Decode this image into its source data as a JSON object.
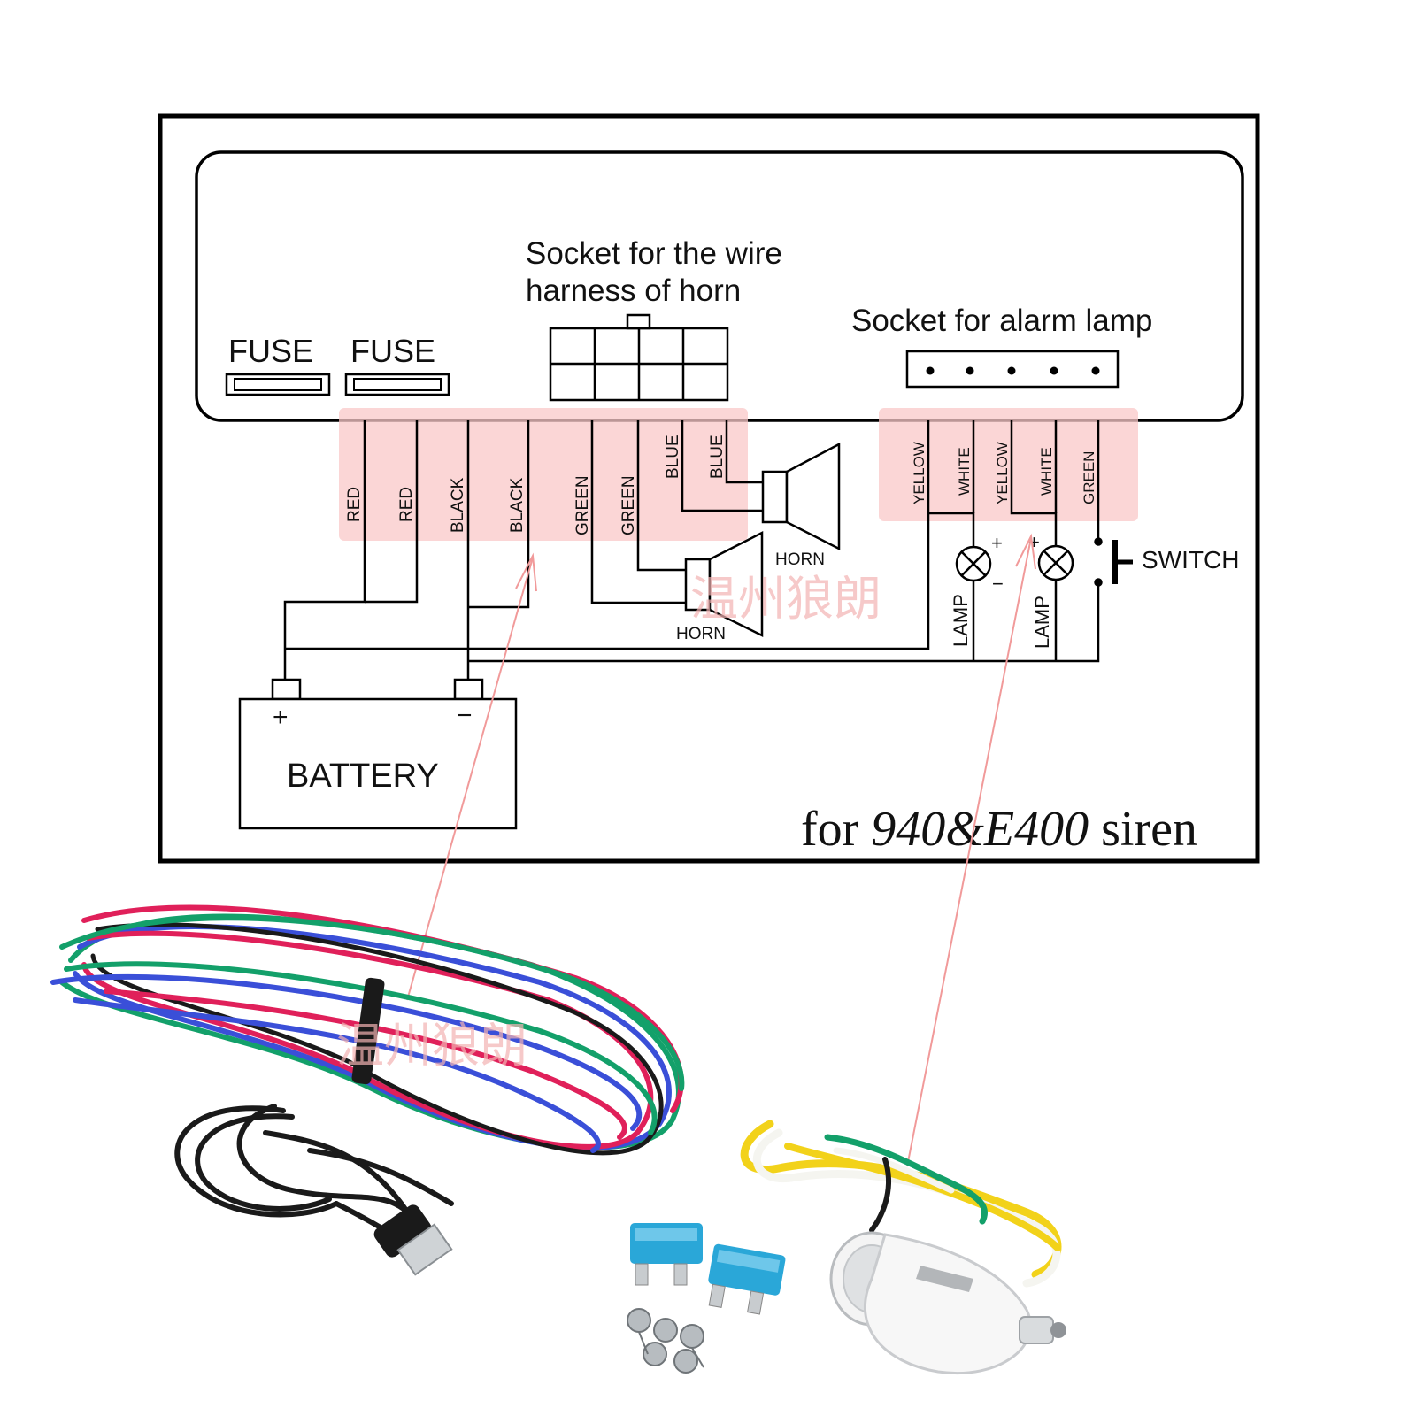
{
  "diagram": {
    "fuse_labels": [
      "FUSE",
      "FUSE"
    ],
    "horn_socket_label": [
      "Socket for the wire",
      "harness of horn"
    ],
    "lamp_socket_label": "Socket for alarm lamp",
    "horn_wires": [
      "RED",
      "RED",
      "BLACK",
      "BLACK",
      "GREEN",
      "GREEN",
      "BLUE",
      "BLUE"
    ],
    "lamp_wires": [
      "YELLOW",
      "WHITE",
      "YELLOW",
      "WHITE",
      "GREEN"
    ],
    "horn_labels": [
      "HORN",
      "HORN"
    ],
    "lamp_labels": [
      "LAMP",
      "LAMP"
    ],
    "switch_label": "SWITCH",
    "battery_label": "BATTERY",
    "battery_plus": "+",
    "battery_minus": "−",
    "lamp_plus": "+",
    "lamp_minus": "−",
    "caption": {
      "prefix": "for ",
      "model": "940&E400",
      "suffix": " siren"
    },
    "watermark": "温州狼朗"
  },
  "photo": {
    "items": [
      "wire-harness-bundle",
      "usb-cable",
      "blade-fuse",
      "blade-fuse",
      "screws",
      "lamp-wire-bundle",
      "cigarette-lighter-plug"
    ],
    "wire_colors": {
      "red": "#e0205a",
      "green": "#13a06a",
      "blue": "#3a4fd8",
      "black": "#1a1a1a",
      "yellow": "#f2d21a",
      "white": "#f5f5f0",
      "fuse_blue": "#2aa7d8"
    }
  }
}
